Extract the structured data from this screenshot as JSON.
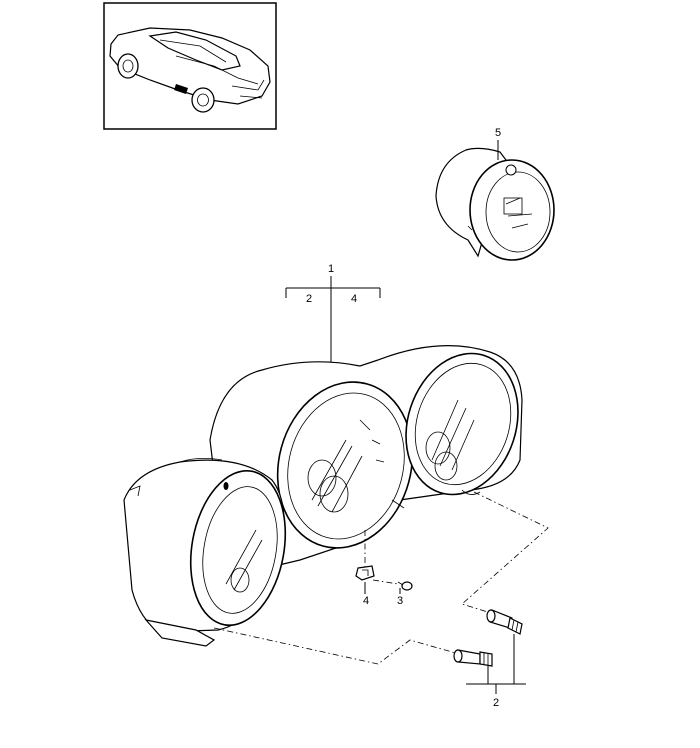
{
  "diagram": {
    "callouts": {
      "c1": "1",
      "c2_top": "2",
      "c4_top": "4",
      "c5": "5",
      "c4_bottom": "4",
      "c3": "3",
      "c2_bottom": "2"
    },
    "icons": [
      "car-thumbnail-icon",
      "instrument-cluster-icon",
      "clock-icon",
      "clip-icon",
      "screw-icon",
      "bulb-icon"
    ]
  }
}
